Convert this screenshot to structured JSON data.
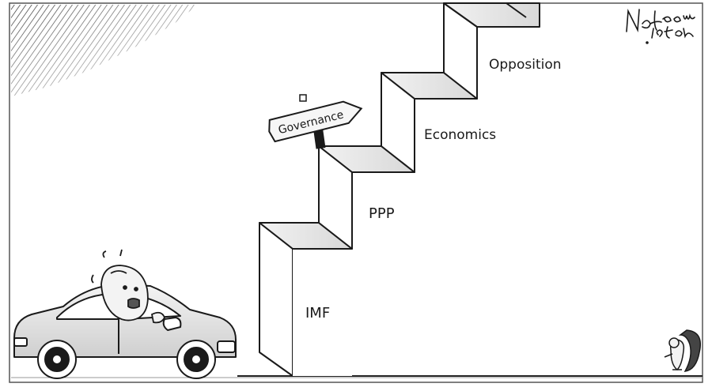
{
  "cartoon": {
    "signpost_text": "Governance",
    "steps": [
      {
        "label": "IMF"
      },
      {
        "label": "PPP"
      },
      {
        "label": "Economics"
      },
      {
        "label": "Opposition"
      }
    ],
    "signature": "Nadeem Isfan"
  }
}
